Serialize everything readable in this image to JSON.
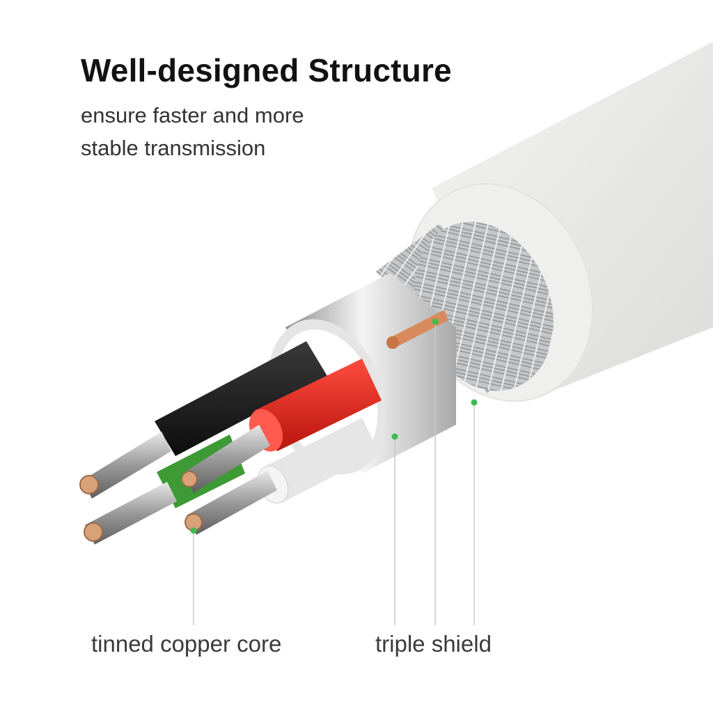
{
  "heading": {
    "title": "Well-designed Structure",
    "subtitle_line1": "ensure faster and more",
    "subtitle_line2": "stable transmission"
  },
  "callouts": {
    "core": "tinned copper core",
    "shield": "triple shield"
  },
  "colors": {
    "accent": "#3dbb4e",
    "jacket": "#ececea",
    "braid": "#b8babc",
    "foil": "#c9c9c9",
    "wire_black": "#1c1c1c",
    "wire_red": "#e2231a",
    "wire_green": "#3d9a35",
    "wire_white": "#e6e6e6",
    "copper": "#d98a5c"
  },
  "icons": [
    "cable-illustration"
  ]
}
